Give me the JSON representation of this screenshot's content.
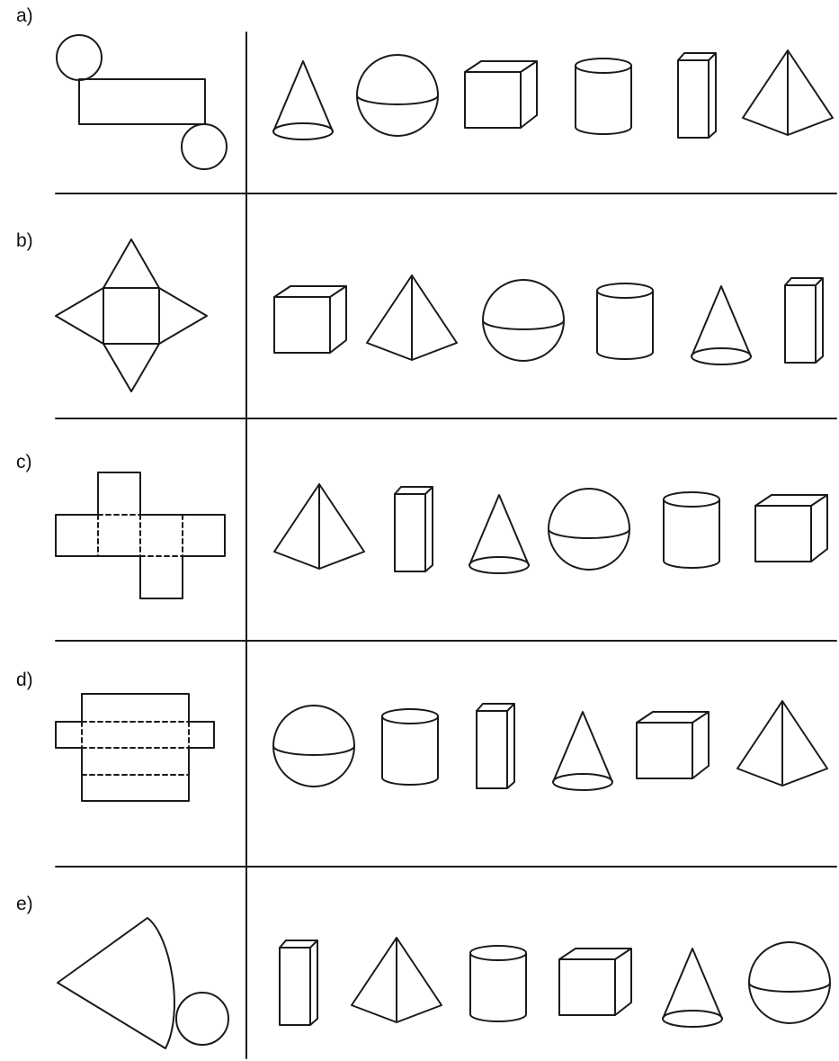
{
  "worksheet": {
    "rows": [
      {
        "label": "a)",
        "net": "cylinder-net",
        "options": [
          "cone",
          "sphere",
          "cube",
          "cylinder",
          "rectangular-prism",
          "pyramid"
        ]
      },
      {
        "label": "b)",
        "net": "pyramid-net",
        "options": [
          "cube",
          "pyramid",
          "sphere",
          "cylinder",
          "cone",
          "rectangular-prism"
        ]
      },
      {
        "label": "c)",
        "net": "cube-net",
        "options": [
          "pyramid",
          "rectangular-prism",
          "cone",
          "sphere",
          "cylinder",
          "cube"
        ]
      },
      {
        "label": "d)",
        "net": "rectangular-prism-net",
        "options": [
          "sphere",
          "cylinder",
          "rectangular-prism",
          "cone",
          "cube",
          "pyramid"
        ]
      },
      {
        "label": "e)",
        "net": "cone-net",
        "options": [
          "rectangular-prism",
          "pyramid",
          "cylinder",
          "cube",
          "cone",
          "sphere"
        ]
      }
    ],
    "line_color": "#1a1a1a"
  }
}
